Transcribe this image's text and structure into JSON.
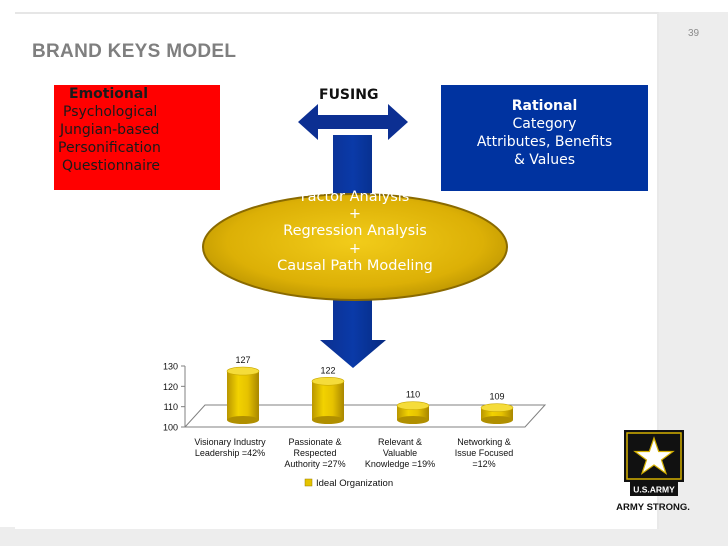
{
  "slide": {
    "page_number": "39",
    "title": "BRAND KEYS MODEL"
  },
  "emotional": {
    "heading": "Emotional",
    "lines": [
      "Psychological",
      "Jungian-based",
      "Personification",
      "Questionnaire"
    ],
    "color": "#ff0000"
  },
  "rational": {
    "heading": "Rational",
    "lines": [
      "Category",
      "Attributes, Benefits",
      "& Values"
    ],
    "color": "#0033a0"
  },
  "fusing_label": "FUSING",
  "analysis": {
    "lines": [
      "Factor Analysis",
      "+",
      "Regression Analysis",
      "+",
      "Causal Path Modeling"
    ],
    "color": "#e0b800"
  },
  "chart_data": {
    "type": "bar",
    "style": "3d-cylinder",
    "categories": [
      [
        "Visionary Industry",
        "Leadership =42%"
      ],
      [
        "Passionate &",
        "Respected",
        "Authority =27%"
      ],
      [
        "Relevant &",
        "Valuable",
        "Knowledge =19%"
      ],
      [
        "Networking &",
        "Issue Focused",
        "=12%"
      ]
    ],
    "series": [
      {
        "name": "Ideal Organization",
        "values": [
          127,
          122,
          110,
          109
        ],
        "color": "#e5c400"
      }
    ],
    "data_labels": [
      "127",
      "122",
      "110",
      "109"
    ],
    "y_ticks": [
      "130",
      "120",
      "110",
      "100"
    ],
    "ylim": [
      100,
      130
    ],
    "legend": "bottom",
    "grid": false
  },
  "logo": {
    "name": "U.S. Army Star logo",
    "badge_text": "U.S.ARMY",
    "tagline": "ARMY STRONG."
  }
}
